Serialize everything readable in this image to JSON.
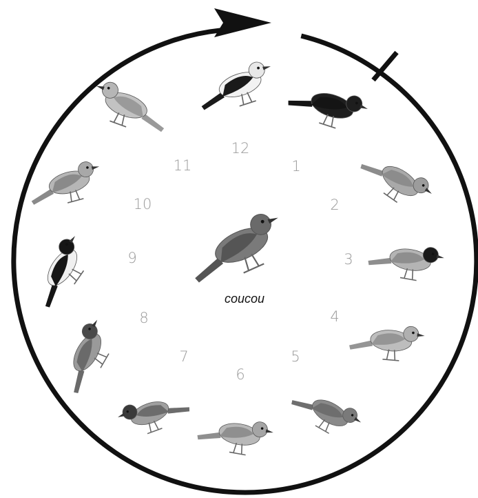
{
  "center_label": "coucou",
  "hours": [
    "1",
    "2",
    "3",
    "4",
    "5",
    "6",
    "7",
    "8",
    "9",
    "10",
    "11",
    "12"
  ],
  "birds": [
    {
      "hour": "12",
      "icon": "pied-starling-icon",
      "palette": {
        "body": "#f2f2f2",
        "wing": "#1a1a1a",
        "head": "#e8e8e8"
      }
    },
    {
      "hour": "1",
      "icon": "blackbird-icon",
      "palette": {
        "body": "#1e1e1e",
        "wing": "#141414",
        "head": "#1e1e1e"
      }
    },
    {
      "hour": "2",
      "icon": "song-thrush-icon",
      "palette": {
        "body": "#a9a9a9",
        "wing": "#8c8c8c",
        "head": "#9c9c9c"
      }
    },
    {
      "hour": "3",
      "icon": "blackcap-icon",
      "palette": {
        "body": "#b4b4b4",
        "wing": "#8e8e8e",
        "head": "#1a1a1a"
      }
    },
    {
      "hour": "4",
      "icon": "garden-warbler-icon",
      "palette": {
        "body": "#bdbdbd",
        "wing": "#959595",
        "head": "#b0b0b0"
      }
    },
    {
      "hour": "5",
      "icon": "robin-icon",
      "palette": {
        "body": "#8a8a8a",
        "wing": "#6e6e6e",
        "head": "#7a7a7a"
      }
    },
    {
      "hour": "6",
      "icon": "nightingale-icon",
      "palette": {
        "body": "#b8b8b8",
        "wing": "#8f8f8f",
        "head": "#a5a5a5"
      }
    },
    {
      "hour": "7",
      "icon": "firecrest-icon",
      "palette": {
        "body": "#a0a0a0",
        "wing": "#6c6c6c",
        "head": "#3a3a3a"
      }
    },
    {
      "hour": "8",
      "icon": "redstart-icon",
      "palette": {
        "body": "#9a9a9a",
        "wing": "#6a6a6a",
        "head": "#4a4a4a"
      }
    },
    {
      "hour": "9",
      "icon": "flycatcher-icon",
      "palette": {
        "body": "#f0f0f0",
        "wing": "#161616",
        "head": "#161616"
      }
    },
    {
      "hour": "10",
      "icon": "reed-warbler-icon",
      "palette": {
        "body": "#b6b6b6",
        "wing": "#8a8a8a",
        "head": "#a8a8a8"
      }
    },
    {
      "hour": "11",
      "icon": "woodlark-icon",
      "palette": {
        "body": "#c2c2c2",
        "wing": "#9a9a9a",
        "head": "#b6b6b6"
      }
    }
  ],
  "center_bird": {
    "icon": "cuckoo-icon",
    "palette": {
      "body": "#7a7a7a",
      "wing": "#555555",
      "head": "#6a6a6a"
    }
  },
  "colors": {
    "ring": "#111111",
    "hour_text": "#9a9a9a",
    "background": "#ffffff"
  }
}
